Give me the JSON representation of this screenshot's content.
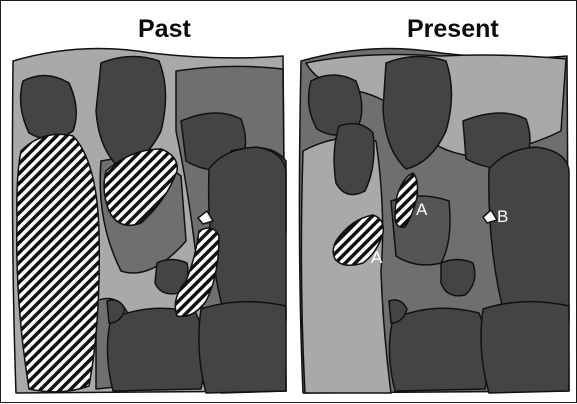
{
  "panels": {
    "past": {
      "title": "Past"
    },
    "present": {
      "title": "Present",
      "labels": {
        "a_upper": "A",
        "a_lower": "A",
        "b": "B"
      }
    }
  },
  "colors": {
    "dark": "#444444",
    "mid": "#6f6f6f",
    "light": "#a9a9a9",
    "outline": "#111111",
    "hatch_bg": "#ffffff"
  }
}
